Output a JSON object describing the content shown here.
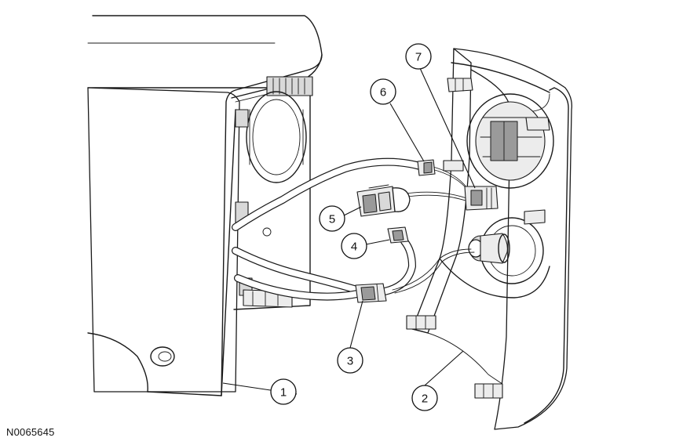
{
  "figure": {
    "reference_code": "N0065645"
  },
  "callouts": [
    {
      "id": "1",
      "label": "1"
    },
    {
      "id": "2",
      "label": "2"
    },
    {
      "id": "3",
      "label": "3"
    },
    {
      "id": "4",
      "label": "4"
    },
    {
      "id": "5",
      "label": "5"
    },
    {
      "id": "6",
      "label": "6"
    },
    {
      "id": "7",
      "label": "7"
    }
  ]
}
